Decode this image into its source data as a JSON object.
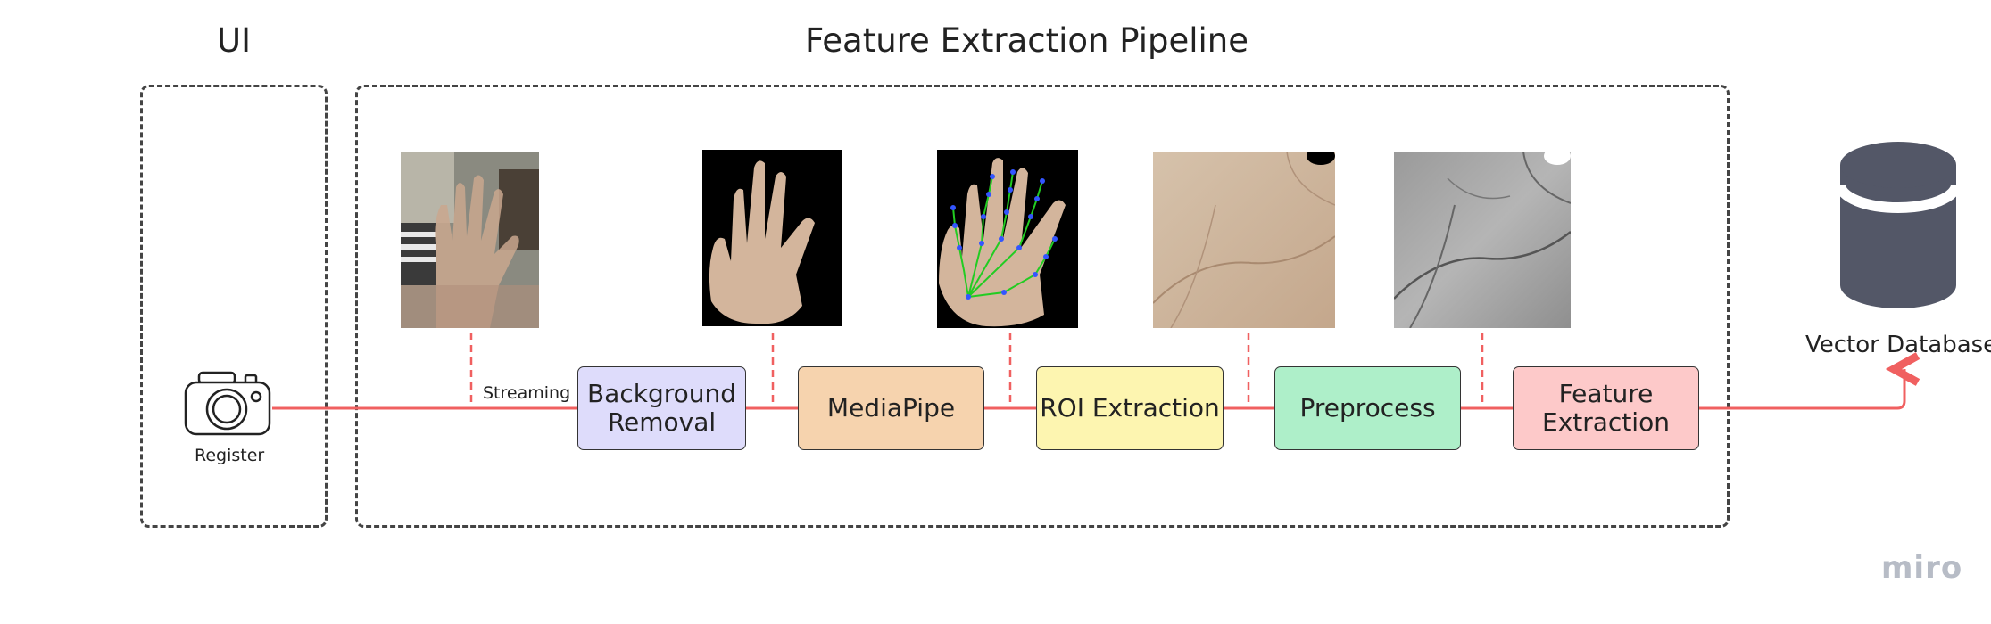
{
  "titles": {
    "ui": "UI",
    "pipeline": "Feature Extraction Pipeline"
  },
  "camera": {
    "icon": "camera-icon",
    "label": "Register"
  },
  "stream_label": "Streaming",
  "stages": [
    {
      "label": "Background\nRemoval",
      "color": "#dedcfb"
    },
    {
      "label": "MediaPipe",
      "color": "#f6d3ae"
    },
    {
      "label": "ROI Extraction",
      "color": "#fdf5b0"
    },
    {
      "label": "Preprocess",
      "color": "#aeefc9"
    },
    {
      "label": "Feature\nExtraction",
      "color": "#fdc9c9"
    }
  ],
  "thumbnails": [
    "raw-hand-photo",
    "background-removed-hand",
    "hand-landmarks",
    "roi-palm-crop",
    "preprocessed-palm-grayscale"
  ],
  "database": {
    "icon": "database-icon",
    "label": "Vector Database",
    "color": "#535767"
  },
  "colors": {
    "flow_line": "#f06060",
    "frame": "#444444"
  },
  "brand": "miro"
}
